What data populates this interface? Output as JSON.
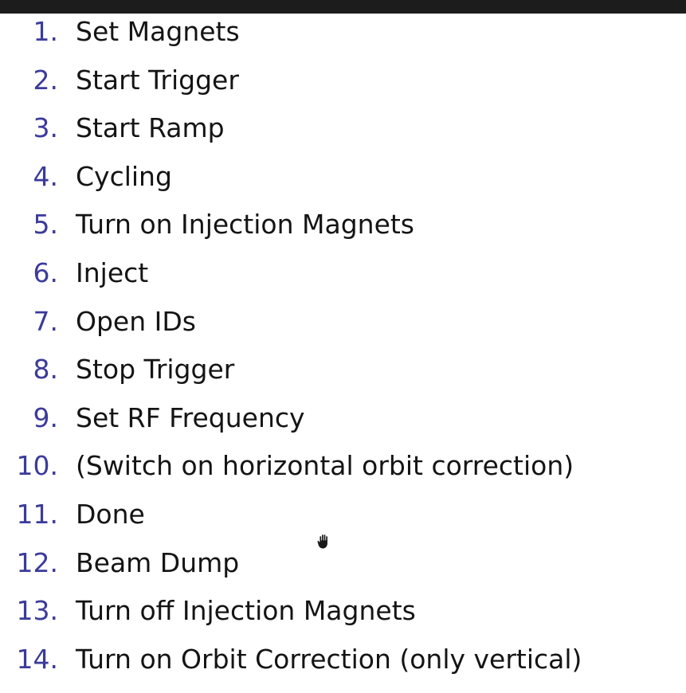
{
  "steps": [
    {
      "number": "1.",
      "label": "Set Magnets"
    },
    {
      "number": "2.",
      "label": "Start Trigger"
    },
    {
      "number": "3.",
      "label": "Start Ramp"
    },
    {
      "number": "4.",
      "label": "Cycling"
    },
    {
      "number": "5.",
      "label": "Turn on Injection Magnets"
    },
    {
      "number": "6.",
      "label": "Inject"
    },
    {
      "number": "7.",
      "label": "Open IDs"
    },
    {
      "number": "8.",
      "label": "Stop Trigger"
    },
    {
      "number": "9.",
      "label": "Set RF Frequency"
    },
    {
      "number": "10.",
      "label": "(Switch on horizontal orbit correction)"
    },
    {
      "number": "11.",
      "label": "Done"
    },
    {
      "number": "12.",
      "label": "Beam Dump"
    },
    {
      "number": "13.",
      "label": "Turn off Injection Magnets"
    },
    {
      "number": "14.",
      "label": "Turn on Orbit Correction (only vertical)"
    }
  ],
  "colors": {
    "number": "#3b3b9a",
    "text": "#141414",
    "top_bar": "#1c1c1c",
    "background": "#ffffff"
  },
  "cursor": {
    "icon": "grab-hand-icon"
  }
}
